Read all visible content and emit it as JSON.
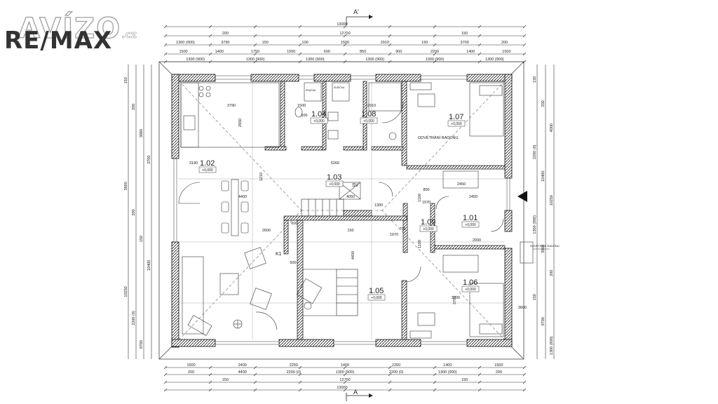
{
  "branding": {
    "remax_logo": "RE/MAX",
    "avizo_logo": "AVÍZO",
    "avizo_suffix": ".cz"
  },
  "section_marks": {
    "top": "A'",
    "bottom": "A"
  },
  "rooms": [
    {
      "id": "1.02",
      "level": "+0,000"
    },
    {
      "id": "1.03",
      "level": "+0,000"
    },
    {
      "id": "1.04",
      "level": "+0,000"
    },
    {
      "id": "1.08",
      "level": "+0,000"
    },
    {
      "id": "1.07",
      "level": "+0,000"
    },
    {
      "id": "1.01",
      "level": "+0,000"
    },
    {
      "id": "1.09",
      "level": "+0,000"
    },
    {
      "id": "1.05",
      "level": "+0,000"
    },
    {
      "id": "1.06",
      "level": "+0,000"
    }
  ],
  "labels": {
    "radon": "ODVĚTRÁNÍ RADONU",
    "sv": "SV",
    "k1": "K1",
    "vent": "ODVĚTRÁNÍ RADONU"
  },
  "dimensions_top": {
    "overall": "13000",
    "row2": [
      "200",
      "12700",
      "150"
    ],
    "row3": [
      "1300 (900)",
      "3790",
      "150",
      "100",
      "1500",
      "2910",
      "150",
      "3700",
      "200"
    ],
    "row4": [
      "1500",
      "1400",
      "1750",
      "1500",
      "600",
      "850",
      "900",
      "2200",
      "1400",
      "1500"
    ],
    "row5": [
      "1300 (900)",
      "1300 (900)",
      "1300 (900)",
      "1300 (900)",
      "1300 (900)",
      "1300 (900)"
    ]
  },
  "dimensions_bottom": {
    "row1": [
      "1500",
      "2400",
      "2250",
      "1400",
      "2250",
      "1400",
      "1500"
    ],
    "row2": [
      "200",
      "4400",
      "2200 (0)",
      "1300 (900)",
      "2200 (0)",
      "1300 (900)",
      "200"
    ],
    "row3": [
      "150",
      "12700",
      "150"
    ],
    "overall": "13000"
  },
  "dimensions_left": [
    "150",
    "200",
    "3880",
    "3700",
    "3890",
    "200",
    "150",
    "10400",
    "10250",
    "2200 (0)",
    "9700"
  ],
  "dimensions_right": [
    "150",
    "200",
    "4000",
    "2200 (0)",
    "10400",
    "10250",
    "1300 (900)",
    "3900",
    "200",
    "150",
    "9700",
    "1300 (900)"
  ],
  "interior_dims": [
    "3790",
    "2650",
    "1500",
    "600",
    "2910",
    "3190",
    "1210",
    "5260",
    "4400",
    "2450",
    "4050",
    "1100",
    "800",
    "1970",
    "2450",
    "1300",
    "3700",
    "2600",
    "600",
    "150",
    "500",
    "4450",
    "3700",
    "3600",
    "700",
    "1970",
    "1100",
    "2000"
  ],
  "small_labels": [
    "PRAČKA",
    "SUŠIČKA"
  ]
}
